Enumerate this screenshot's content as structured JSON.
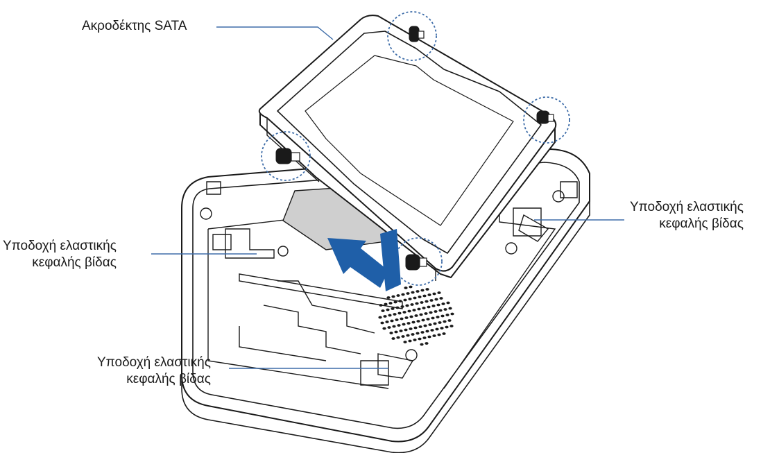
{
  "labels": {
    "sata": "Ακροδέκτης SATA",
    "grommet_right": [
      "Υποδοχή ελαστικής",
      "κεφαλής βίδας"
    ],
    "grommet_left": [
      "Υποδοχή ελαστικής",
      "κεφαλής βίδας"
    ],
    "grommet_bottom": [
      "Υποδοχή ελαστικής",
      "κεφαλής βίδας"
    ]
  },
  "colors": {
    "line": "#1a1a1a",
    "leader": "#3d6ca8",
    "arrow": "#1f5fa8",
    "highlight_circle": "#3d6ca8",
    "recess": "#cfcfcf"
  }
}
